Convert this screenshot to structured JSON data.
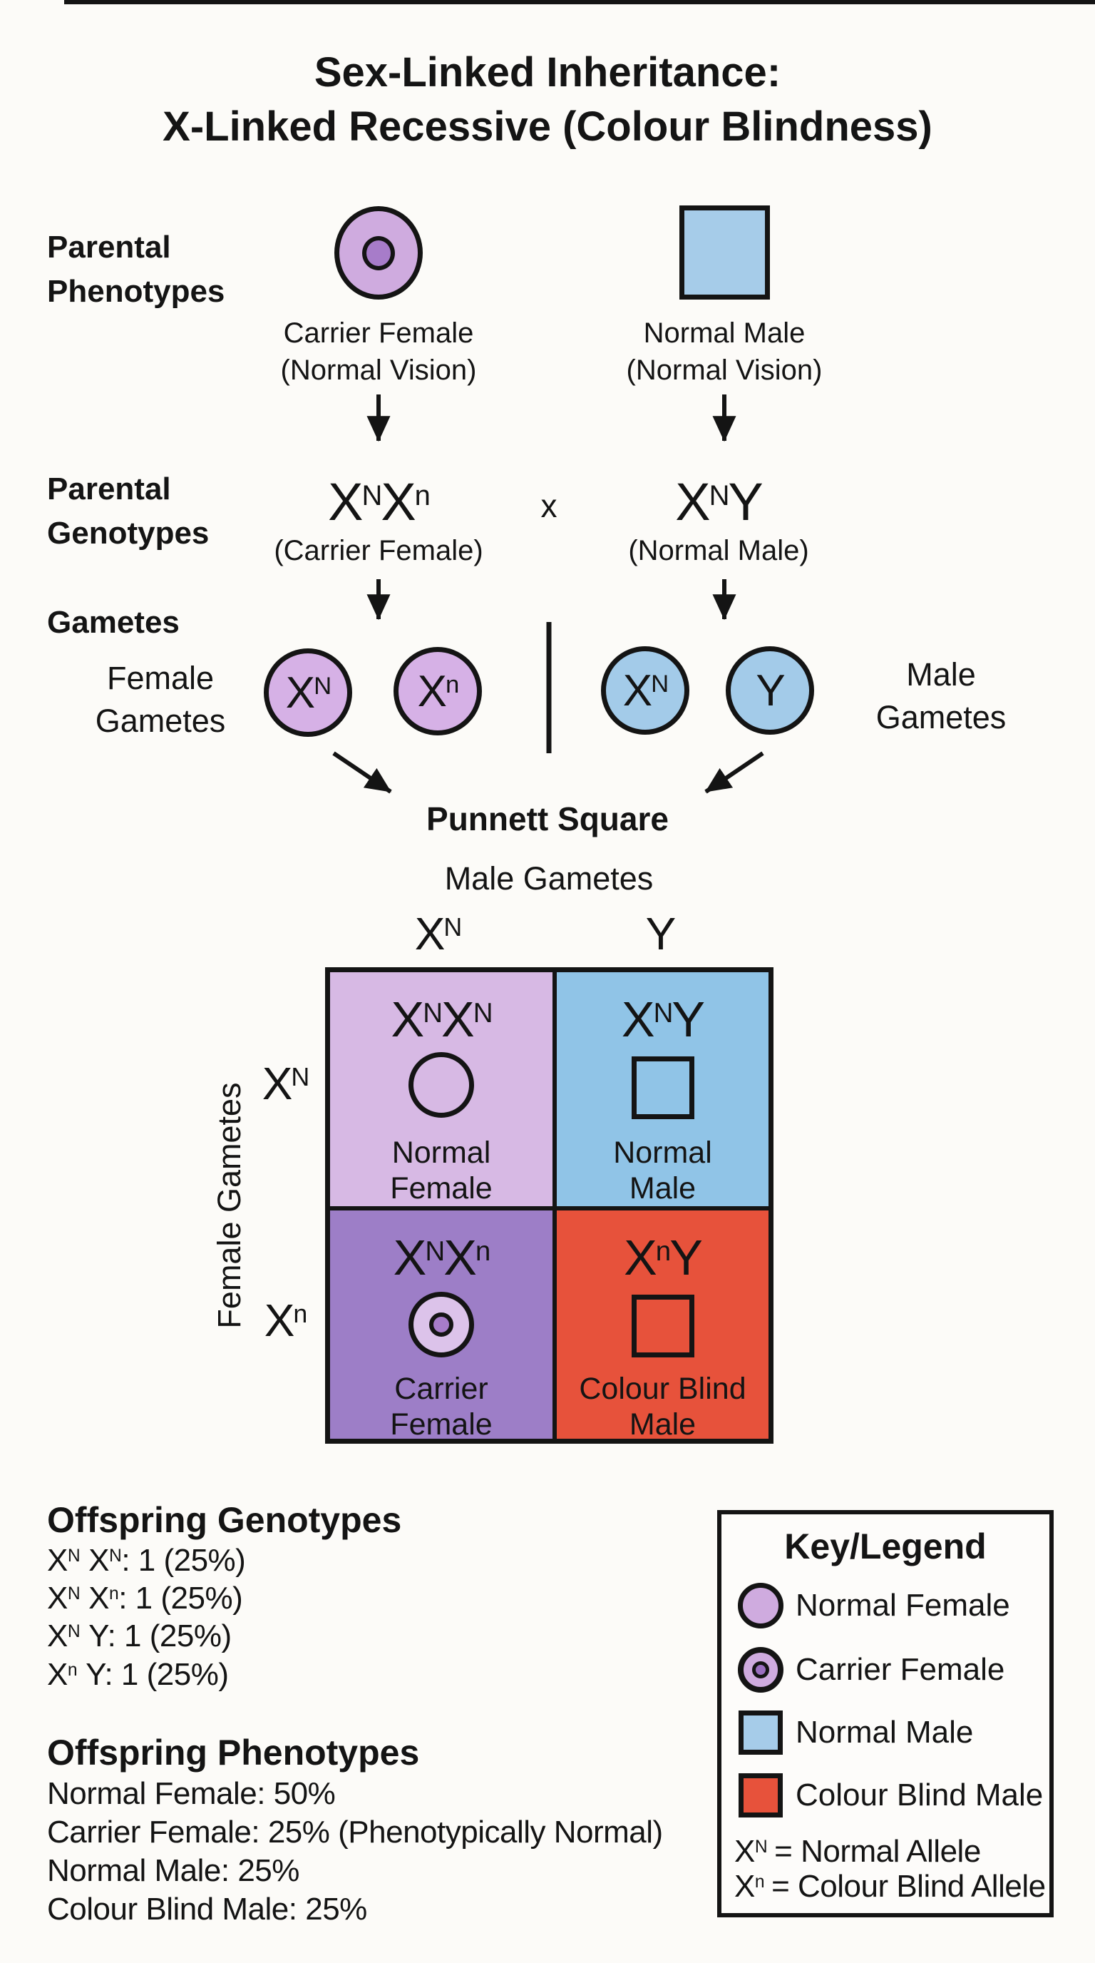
{
  "title": {
    "line1": "Sex-Linked Inheritance:",
    "line2": "X-Linked Recessive (Colour Blindness)"
  },
  "sections": {
    "parental_phenotypes": [
      "Parental",
      "Phenotypes"
    ],
    "parental_genotypes": [
      "Parental",
      "Genotypes"
    ],
    "gametes": "Gametes"
  },
  "parents": {
    "female": {
      "symbol": "carrier-female",
      "caption1": "Carrier Female",
      "caption2": "(Normal Vision)",
      "genotype": {
        "b1": "X",
        "s1": "N",
        "b2": "X",
        "s2": "n"
      },
      "genotype_caption": "(Carrier Female)"
    },
    "male": {
      "symbol": "normal-male",
      "caption1": "Normal Male",
      "caption2": "(Normal Vision)",
      "genotype": {
        "b1": "X",
        "s1": "N",
        "b2": "Y",
        "s2": ""
      },
      "genotype_caption": "(Normal Male)"
    },
    "cross": "x"
  },
  "gametes": {
    "female_label": [
      "Female",
      "Gametes"
    ],
    "male_label": [
      "Male",
      "Gametes"
    ],
    "female": [
      {
        "base": "X",
        "sup": "N"
      },
      {
        "base": "X",
        "sup": "n"
      }
    ],
    "male": [
      {
        "base": "X",
        "sup": "N"
      },
      {
        "base": "Y",
        "sup": ""
      }
    ]
  },
  "punnett": {
    "heading": "Punnett Square",
    "top_axis": "Male Gametes",
    "left_axis": "Female Gametes",
    "col_headers": [
      {
        "base": "X",
        "sup": "N"
      },
      {
        "base": "Y",
        "sup": ""
      }
    ],
    "row_headers": [
      {
        "base": "X",
        "sup": "N"
      },
      {
        "base": "X",
        "sup": "n"
      }
    ],
    "cells": [
      {
        "g": {
          "b1": "X",
          "s1": "N",
          "b2": "X",
          "s2": "N"
        },
        "symbol": "normal-female",
        "line1": "Normal",
        "line2": "Female"
      },
      {
        "g": {
          "b1": "X",
          "s1": "N",
          "b2": "Y",
          "s2": ""
        },
        "symbol": "normal-male",
        "line1": "Normal",
        "line2": "Male"
      },
      {
        "g": {
          "b1": "X",
          "s1": "N",
          "b2": "X",
          "s2": "n"
        },
        "symbol": "carrier-female",
        "line1": "Carrier",
        "line2": "Female"
      },
      {
        "g": {
          "b1": "X",
          "s1": "n",
          "b2": "Y",
          "s2": ""
        },
        "symbol": "colour-blind-male",
        "line1": "Colour Blind",
        "line2": "Male"
      }
    ]
  },
  "offspring_genotypes": {
    "heading": "Offspring Genotypes",
    "lines": [
      {
        "b1": "X",
        "s1": "N",
        "b2": "X",
        "s2": "N",
        "rest": ": 1 (25%)"
      },
      {
        "b1": "X",
        "s1": "N",
        "b2": "X",
        "s2": "n",
        "rest": ": 1 (25%)"
      },
      {
        "b1": "X",
        "s1": "N",
        "b2": "Y",
        "s2": "",
        "rest": ": 1 (25%)"
      },
      {
        "b1": "X",
        "s1": "n",
        "b2": "Y",
        "s2": "",
        "rest": ": 1 (25%)"
      }
    ]
  },
  "offspring_phenotypes": {
    "heading": "Offspring Phenotypes",
    "lines": [
      "Normal Female: 50%",
      "Carrier Female: 25% (Phenotypically Normal)",
      "Normal Male: 25%",
      "Colour Blind Male: 25%"
    ]
  },
  "legend": {
    "title": "Key/Legend",
    "items": [
      {
        "symbol": "normal-female",
        "label": "Normal Female"
      },
      {
        "symbol": "carrier-female",
        "label": "Carrier Female"
      },
      {
        "symbol": "normal-male",
        "label": "Normal Male"
      },
      {
        "symbol": "colour-blind-male",
        "label": "Colour Blind Male"
      }
    ],
    "alleles": [
      {
        "base": "X",
        "sup": "N",
        "rest": "= Normal Allele"
      },
      {
        "base": "X",
        "sup": "n",
        "rest": "= Colour Blind Allele"
      }
    ]
  },
  "colors": {
    "normal_female": "#cfabdf",
    "carrier_inner": "#a77cc9",
    "normal_male": "#a6cce9",
    "colour_blind_male": "#e7523b",
    "punnett_normal_female_cell": "#d7b9e4",
    "punnett_carrier_cell": "#9d7ec7",
    "punnett_normal_male_cell": "#90c4e7",
    "gamete_female": "#d6b1e6",
    "gamete_male": "#a3cbe9",
    "ink": "#141414"
  }
}
